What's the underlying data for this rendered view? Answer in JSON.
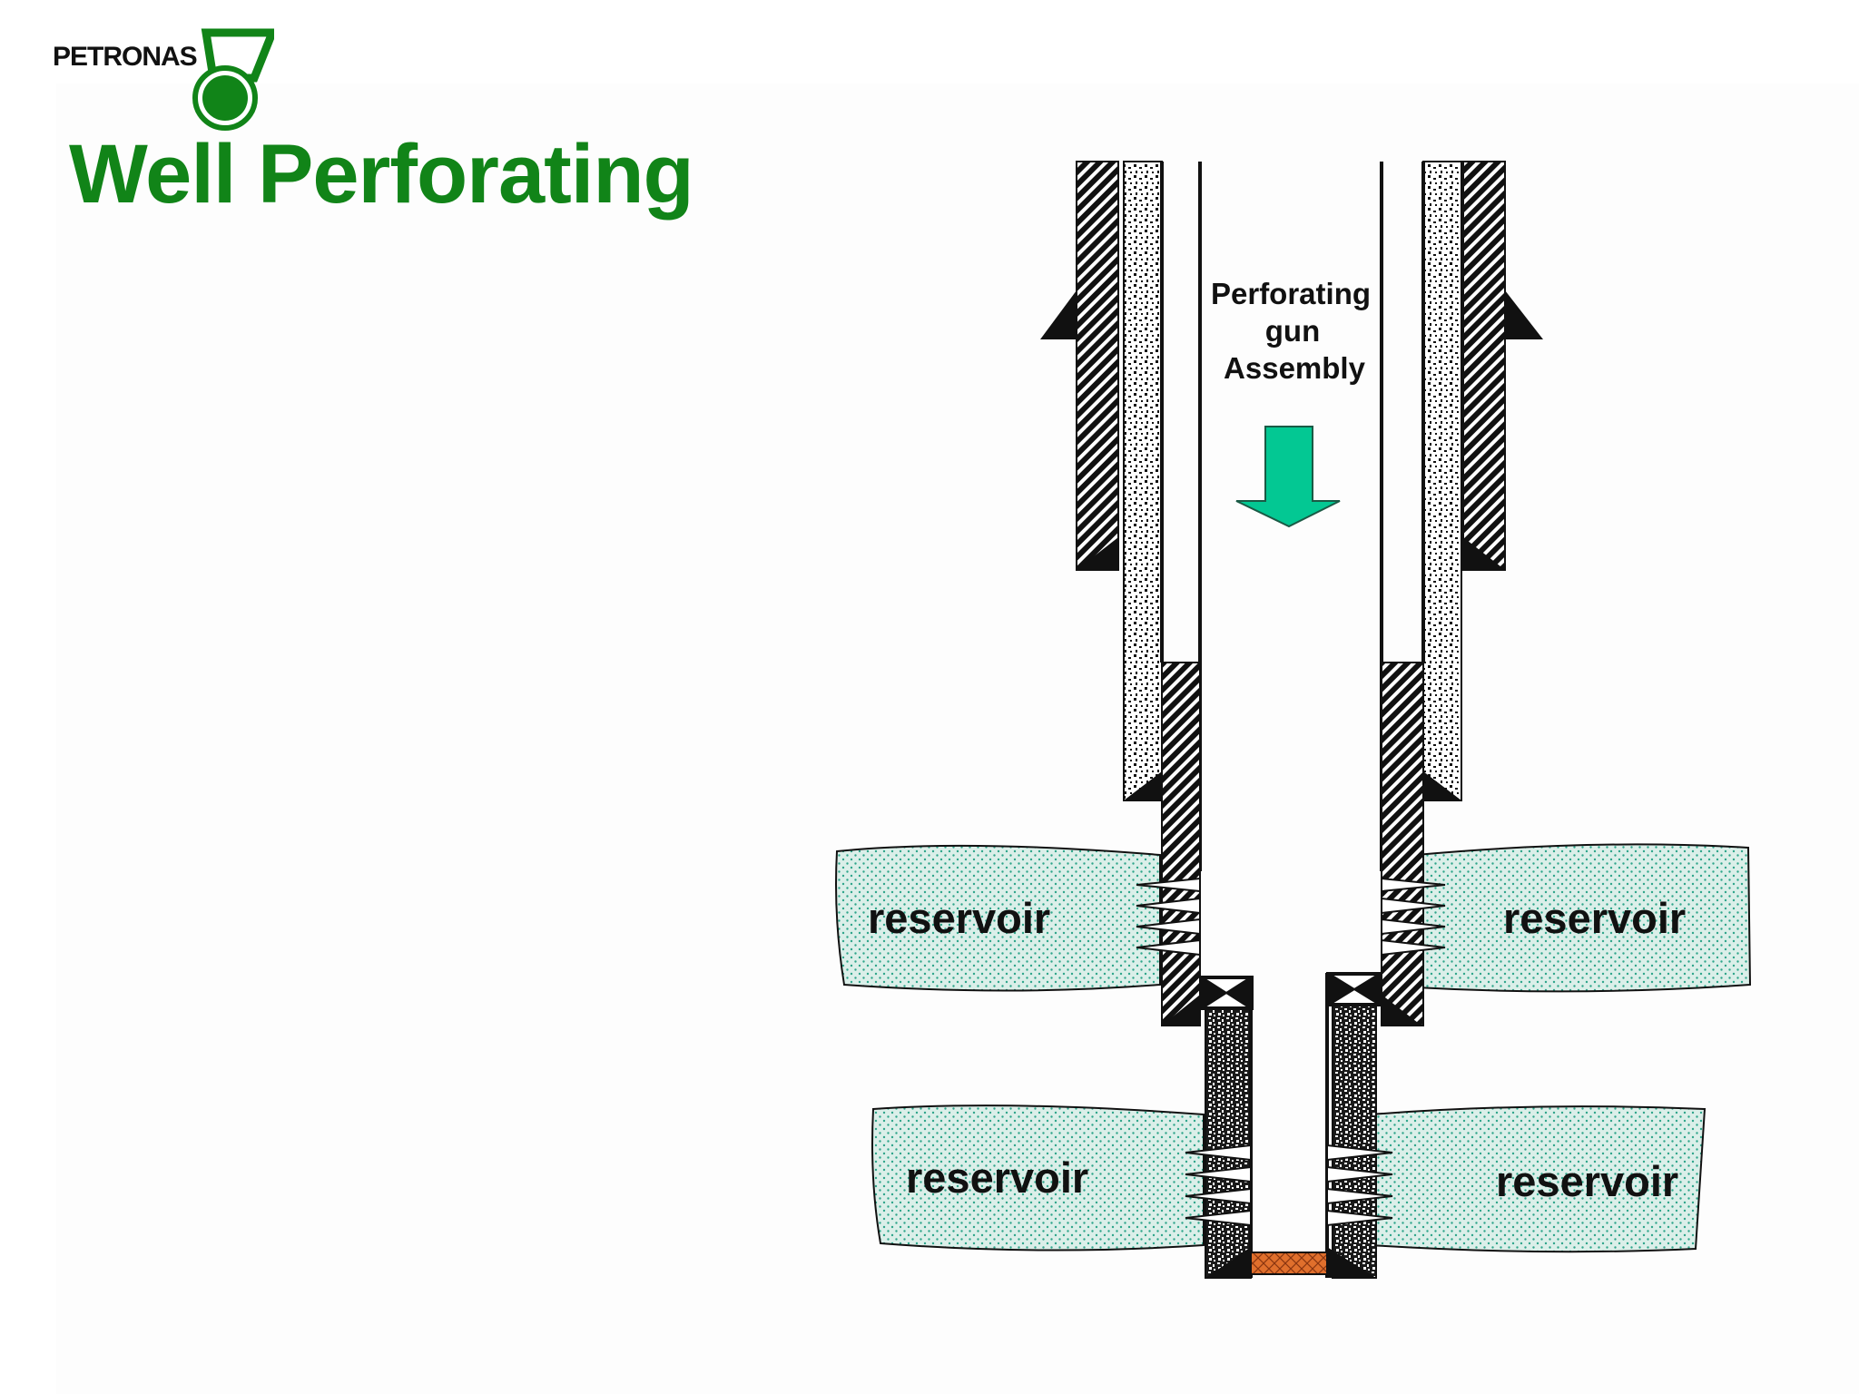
{
  "logo": {
    "text": "PETRONAS",
    "icon": "petronas-drop-logo-icon"
  },
  "title": "Well Perforating",
  "diagram": {
    "gun_label_lines": [
      "Perforating",
      "gun",
      "Assembly"
    ],
    "reservoir_label": "reservoir",
    "colors": {
      "title": "#118418",
      "reservoir": "#dbefe9",
      "reservoir_dots": "#2ea58a",
      "arrow": "#03c893",
      "plug": "#e06f2c"
    }
  }
}
